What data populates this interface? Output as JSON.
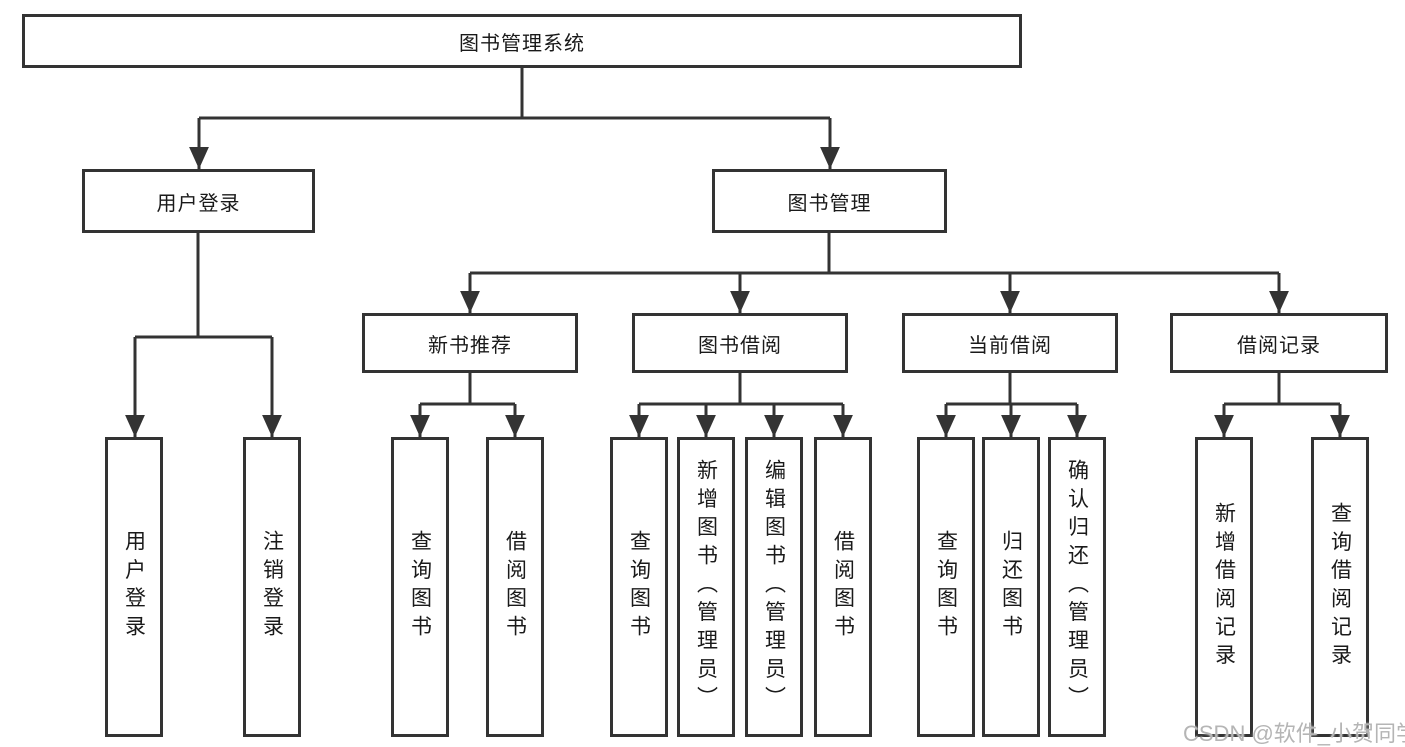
{
  "diagram": {
    "root": {
      "label": "图书管理系统"
    },
    "branches": [
      {
        "label": "用户登录",
        "children": [
          {
            "label": "用户登录"
          },
          {
            "label": "注销登录"
          }
        ]
      },
      {
        "label": "图书管理",
        "children": [
          {
            "label": "新书推荐",
            "children": [
              {
                "label": "查询图书"
              },
              {
                "label": "借阅图书"
              }
            ]
          },
          {
            "label": "图书借阅",
            "children": [
              {
                "label": "查询图书"
              },
              {
                "label": "新增图书（管理员）"
              },
              {
                "label": "编辑图书（管理员）"
              },
              {
                "label": "借阅图书"
              }
            ]
          },
          {
            "label": "当前借阅",
            "children": [
              {
                "label": "查询图书"
              },
              {
                "label": "归还图书"
              },
              {
                "label": "确认归还（管理员）"
              }
            ]
          },
          {
            "label": "借阅记录",
            "children": [
              {
                "label": "新增借阅记录"
              },
              {
                "label": "查询借阅记录"
              }
            ]
          }
        ]
      }
    ]
  },
  "watermark": {
    "text": "CSDN @软件_小贺同学"
  },
  "colors": {
    "line": "#333333",
    "text": "#1a1a1a",
    "watermark": "#b5b5b5",
    "background": "#ffffff"
  }
}
